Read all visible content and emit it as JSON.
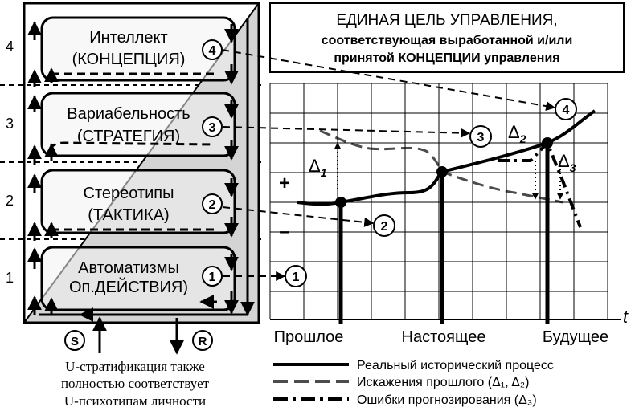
{
  "levels": [
    {
      "number": "4",
      "title": "Интеллект",
      "subtitle": "(КОНЦЕПЦИЯ)",
      "marker": "4"
    },
    {
      "number": "3",
      "title": "Вариабельность",
      "subtitle": "(СТРАТЕГИЯ)",
      "marker": "3"
    },
    {
      "number": "2",
      "title": "Стереотипы",
      "subtitle": "(ТАКТИКА)",
      "marker": "2"
    },
    {
      "number": "1",
      "title": "Автоматизмы",
      "subtitle": "Оп.ДЕЙСТВИЯ)",
      "marker": "1"
    }
  ],
  "io": {
    "s": "S",
    "r": "R"
  },
  "caption": [
    "U-стратификация также",
    "полностью соответствует",
    "U-психотипам личности"
  ],
  "goal_box": {
    "line1": "ЕДИНАЯ ЦЕЛЬ УПРАВЛЕНИЯ,",
    "line2": "соответствующая выработанной и/или",
    "line3": "принятой КОНЦЕПЦИИ управления"
  },
  "graph": {
    "plus": "+",
    "minus": "–",
    "t_label": "t",
    "time_labels": [
      "Прошлое",
      "Настоящее",
      "Будущее"
    ],
    "deltas": [
      {
        "sym": "Δ",
        "sub": "1"
      },
      {
        "sym": "Δ",
        "sub": "2"
      },
      {
        "sym": "Δ",
        "sub": "3"
      }
    ],
    "circle_labels": [
      "1",
      "2",
      "3",
      "4"
    ]
  },
  "legend": [
    {
      "text": "Реальный исторический процесс",
      "style": "solid"
    },
    {
      "text": "Искажения прошлого (Δ₁, Δ₂)",
      "style": "dashed"
    },
    {
      "text": "Ошибки прогнозирования (Δ₃)",
      "style": "dashdot"
    }
  ]
}
